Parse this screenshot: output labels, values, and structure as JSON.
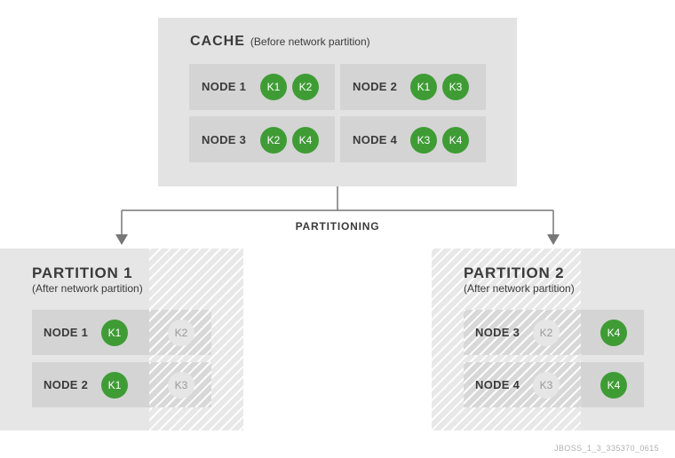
{
  "cache": {
    "title": "CACHE",
    "subtitle": "(Before network partition)",
    "nodes": [
      {
        "label": "NODE 1",
        "keys": [
          "K1",
          "K2"
        ]
      },
      {
        "label": "NODE 2",
        "keys": [
          "K1",
          "K3"
        ]
      },
      {
        "label": "NODE 3",
        "keys": [
          "K2",
          "K4"
        ]
      },
      {
        "label": "NODE 4",
        "keys": [
          "K3",
          "K4"
        ]
      }
    ]
  },
  "flow_label": "PARTITIONING",
  "partition1": {
    "title": "PARTITION 1",
    "subtitle": "(After network partition)",
    "nodes": [
      {
        "label": "NODE 1",
        "active_key": "K1",
        "lost_key": "K2"
      },
      {
        "label": "NODE 2",
        "active_key": "K1",
        "lost_key": "K3"
      }
    ]
  },
  "partition2": {
    "title": "PARTITION 2",
    "subtitle": "(After network partition)",
    "nodes": [
      {
        "label": "NODE 3",
        "lost_key": "K2",
        "active_key": "K4"
      },
      {
        "label": "NODE 4",
        "lost_key": "K3",
        "active_key": "K4"
      }
    ]
  },
  "footer": "JBOSS_1_3_335370_0615",
  "colors": {
    "key_active": "#3f9c35",
    "panel": "#e3e3e3",
    "node": "#d4d4d4",
    "text": "#3a3a3a",
    "arrow": "#777777"
  }
}
